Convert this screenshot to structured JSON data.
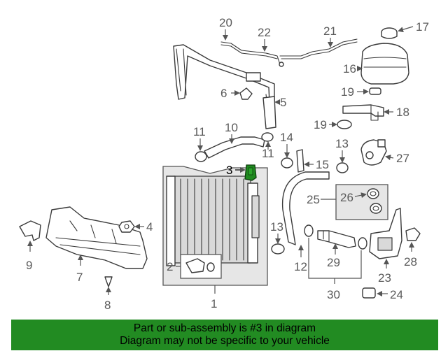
{
  "colors": {
    "banner_background": "#228b22",
    "highlighted_part": "#1f8a1f",
    "callout_text": "#5a5a5a"
  },
  "diagram": {
    "highlighted_callout": "3",
    "callouts": {
      "c1": "1",
      "c2": "2",
      "c3": "3",
      "c4": "4",
      "c5": "5",
      "c6": "6",
      "c7": "7",
      "c8": "8",
      "c9": "9",
      "c10": "10",
      "c11a": "11",
      "c11b": "11",
      "c12": "12",
      "c13a": "13",
      "c13b": "13",
      "c14": "14",
      "c15": "15",
      "c16": "16",
      "c17": "17",
      "c18": "18",
      "c19a": "19",
      "c19b": "19",
      "c20": "20",
      "c21": "21",
      "c22": "22",
      "c23": "23",
      "c24": "24",
      "c25": "25",
      "c26": "26",
      "c27": "27",
      "c28": "28",
      "c29": "29",
      "c30": "30"
    }
  },
  "banner": {
    "line1": "Part or sub-assembly is #3 in diagram",
    "line2": "Diagram may not be specific to your vehicle"
  }
}
